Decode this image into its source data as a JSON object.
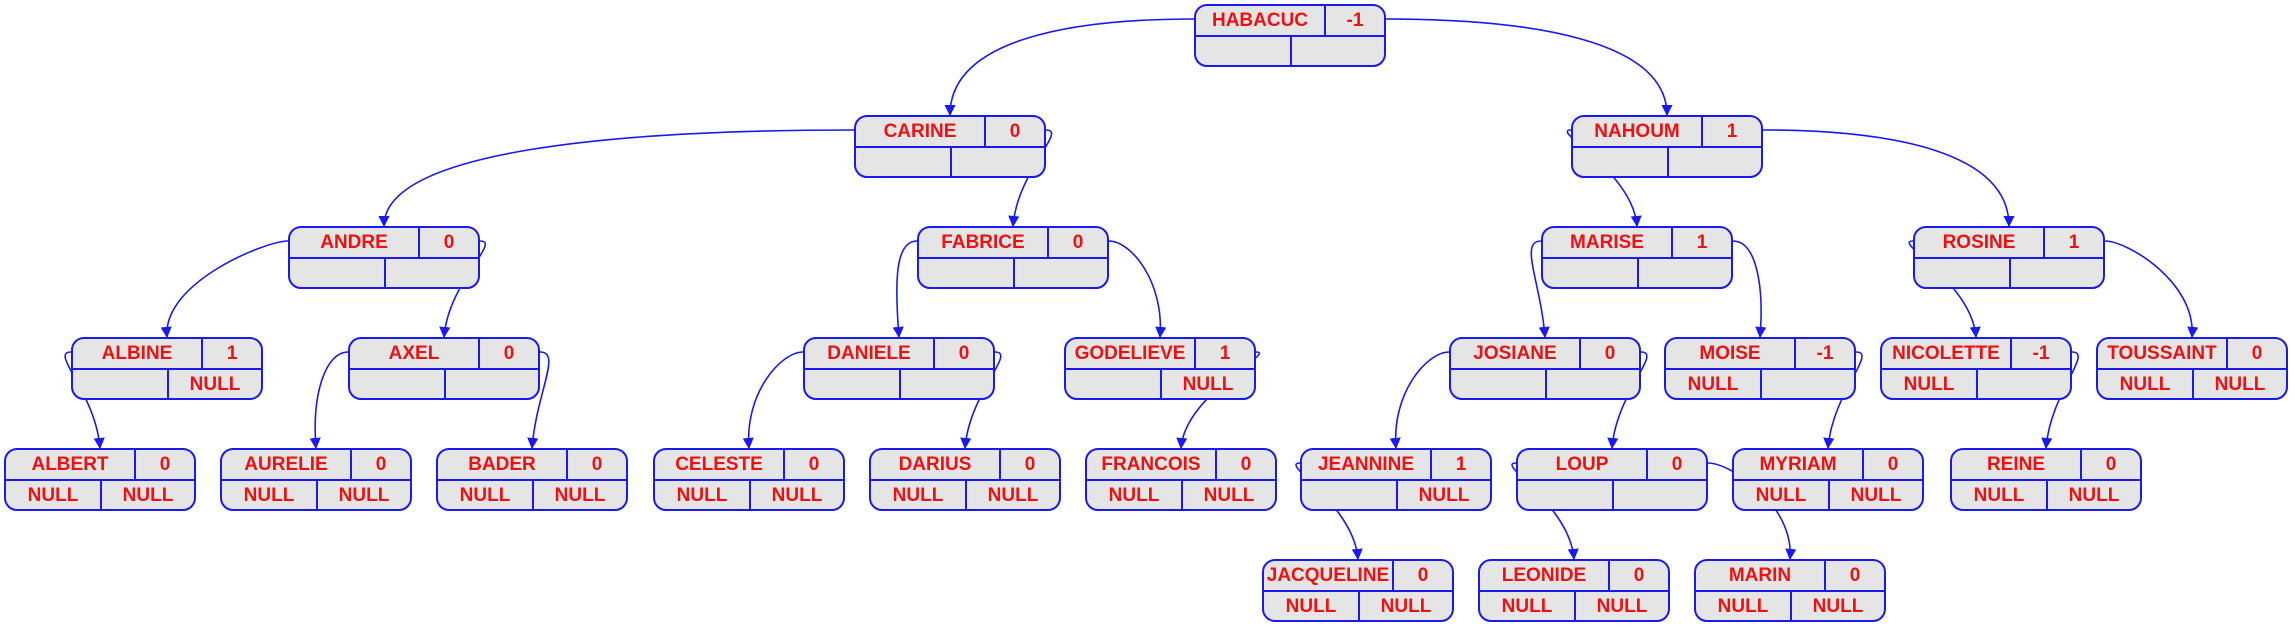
{
  "edge_color": "#1a1aee",
  "text_color": "#ee1111",
  "node_fill": "#e5e5e5",
  "nodes": [
    {
      "name": "HABACUC",
      "balance": "-1",
      "left": "",
      "right": ""
    },
    {
      "name": "CARINE",
      "balance": "0",
      "left": "",
      "right": ""
    },
    {
      "name": "NAHOUM",
      "balance": "1",
      "left": "",
      "right": ""
    },
    {
      "name": "ANDRE",
      "balance": "0",
      "left": "",
      "right": ""
    },
    {
      "name": "FABRICE",
      "balance": "0",
      "left": "",
      "right": ""
    },
    {
      "name": "MARISE",
      "balance": "1",
      "left": "",
      "right": ""
    },
    {
      "name": "ROSINE",
      "balance": "1",
      "left": "",
      "right": ""
    },
    {
      "name": "ALBINE",
      "balance": "1",
      "left": "",
      "right": "NULL"
    },
    {
      "name": "AXEL",
      "balance": "0",
      "left": "",
      "right": ""
    },
    {
      "name": "DANIELE",
      "balance": "0",
      "left": "",
      "right": ""
    },
    {
      "name": "GODELIEVE",
      "balance": "1",
      "left": "",
      "right": "NULL"
    },
    {
      "name": "JOSIANE",
      "balance": "0",
      "left": "",
      "right": ""
    },
    {
      "name": "MOISE",
      "balance": "-1",
      "left": "NULL",
      "right": ""
    },
    {
      "name": "NICOLETTE",
      "balance": "-1",
      "left": "NULL",
      "right": ""
    },
    {
      "name": "TOUSSAINT",
      "balance": "0",
      "left": "NULL",
      "right": "NULL"
    },
    {
      "name": "ALBERT",
      "balance": "0",
      "left": "NULL",
      "right": "NULL"
    },
    {
      "name": "AURELIE",
      "balance": "0",
      "left": "NULL",
      "right": "NULL"
    },
    {
      "name": "BADER",
      "balance": "0",
      "left": "NULL",
      "right": "NULL"
    },
    {
      "name": "CELESTE",
      "balance": "0",
      "left": "NULL",
      "right": "NULL"
    },
    {
      "name": "DARIUS",
      "balance": "0",
      "left": "NULL",
      "right": "NULL"
    },
    {
      "name": "FRANCOIS",
      "balance": "0",
      "left": "NULL",
      "right": "NULL"
    },
    {
      "name": "JEANNINE",
      "balance": "1",
      "left": "",
      "right": "NULL"
    },
    {
      "name": "LOUP",
      "balance": "0",
      "left": "",
      "right": ""
    },
    {
      "name": "MYRIAM",
      "balance": "0",
      "left": "NULL",
      "right": "NULL"
    },
    {
      "name": "REINE",
      "balance": "0",
      "left": "NULL",
      "right": "NULL"
    },
    {
      "name": "JACQUELINE",
      "balance": "0",
      "left": "NULL",
      "right": "NULL"
    },
    {
      "name": "LEONIDE",
      "balance": "0",
      "left": "NULL",
      "right": "NULL"
    },
    {
      "name": "MARIN",
      "balance": "0",
      "left": "NULL",
      "right": "NULL"
    }
  ],
  "edges": [
    [
      "HABACUC",
      "CARINE"
    ],
    [
      "HABACUC",
      "NAHOUM"
    ],
    [
      "CARINE",
      "ANDRE"
    ],
    [
      "CARINE",
      "FABRICE"
    ],
    [
      "NAHOUM",
      "MARISE"
    ],
    [
      "NAHOUM",
      "ROSINE"
    ],
    [
      "ANDRE",
      "ALBINE"
    ],
    [
      "ANDRE",
      "AXEL"
    ],
    [
      "FABRICE",
      "DANIELE"
    ],
    [
      "FABRICE",
      "GODELIEVE"
    ],
    [
      "MARISE",
      "JOSIANE"
    ],
    [
      "MARISE",
      "MOISE"
    ],
    [
      "ROSINE",
      "NICOLETTE"
    ],
    [
      "ROSINE",
      "TOUSSAINT"
    ],
    [
      "ALBINE",
      "ALBERT"
    ],
    [
      "AXEL",
      "AURELIE"
    ],
    [
      "AXEL",
      "BADER"
    ],
    [
      "DANIELE",
      "CELESTE"
    ],
    [
      "DANIELE",
      "DARIUS"
    ],
    [
      "GODELIEVE",
      "FRANCOIS"
    ],
    [
      "JOSIANE",
      "JEANNINE"
    ],
    [
      "JOSIANE",
      "LOUP"
    ],
    [
      "MOISE",
      "MYRIAM"
    ],
    [
      "NICOLETTE",
      "REINE"
    ],
    [
      "JEANNINE",
      "JACQUELINE"
    ],
    [
      "LOUP",
      "LEONIDE"
    ],
    [
      "LOUP",
      "MARIN"
    ]
  ]
}
